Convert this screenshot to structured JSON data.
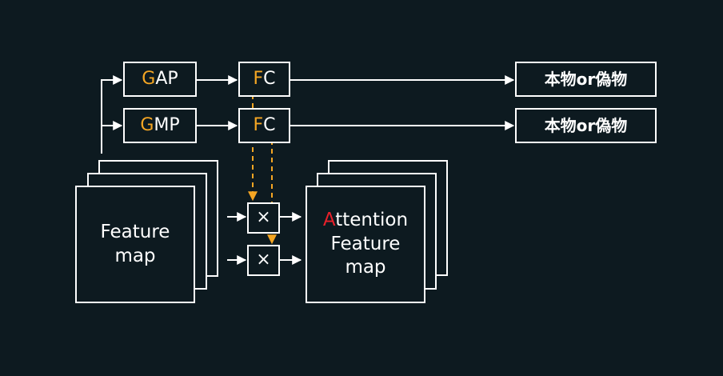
{
  "colors": {
    "background": "#0d1a20",
    "line": "#ffffff",
    "accent": "#f5a623",
    "highlight": "#e8202a"
  },
  "gap": {
    "first": "G",
    "rest": "AP"
  },
  "gmp": {
    "first": "G",
    "rest": "MP"
  },
  "fc_top": {
    "first": "F",
    "rest": "C"
  },
  "fc_bottom": {
    "first": "F",
    "rest": "C"
  },
  "output_top": "本物or偽物",
  "output_bottom": "本物or偽物",
  "feature_map": {
    "line1": "Feature",
    "line2": "map"
  },
  "attention_map": {
    "first": "A",
    "line1_rest": "ttention",
    "line2": "Feature",
    "line3": "map"
  },
  "multiply_symbol": "×"
}
